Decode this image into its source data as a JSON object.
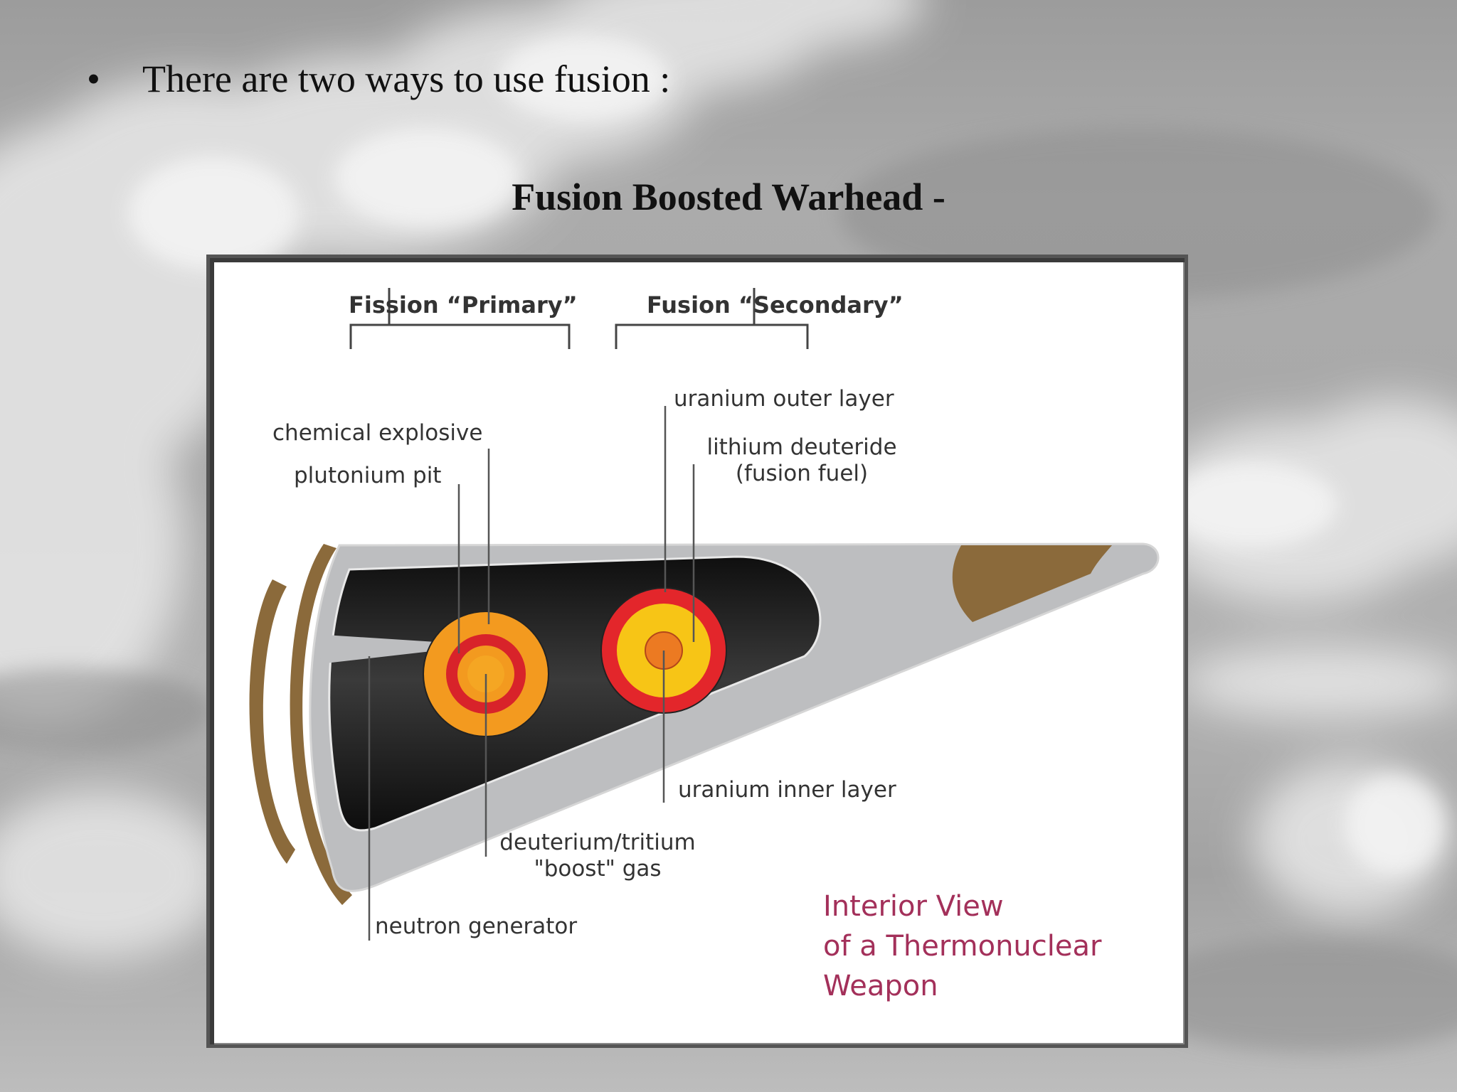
{
  "slide": {
    "bullet_symbol": "•",
    "bullet_text": "There are two ways to use fusion :",
    "subtitle": "Fusion Boosted Warhead -"
  },
  "diagram": {
    "group_primary": "Fission “Primary”",
    "group_secondary": "Fusion “Secondary”",
    "labels": {
      "chemical_explosive": "chemical explosive",
      "plutonium_pit": "plutonium pit",
      "uranium_outer_layer": "uranium outer layer",
      "lithium_deuteride_1": "lithium deuteride",
      "lithium_deuteride_2": "(fusion fuel)",
      "uranium_inner_layer": "uranium inner layer",
      "boost_gas_1": "deuterium/tritium",
      "boost_gas_2": "\"boost\" gas",
      "neutron_generator": "neutron generator"
    },
    "caption": [
      "Interior View",
      "of a Thermonuclear",
      "Weapon"
    ],
    "colors": {
      "casing": "#bdbec0",
      "interior": "#1e1e1e",
      "bronze": "#8b6a3b",
      "primary_outer": "#f39a1f",
      "primary_ring": "#d8232a",
      "secondary_outer": "#e3262b",
      "secondary_fuel": "#f7c516",
      "secondary_core": "#ec7a22",
      "caption": "#a3305a"
    }
  }
}
